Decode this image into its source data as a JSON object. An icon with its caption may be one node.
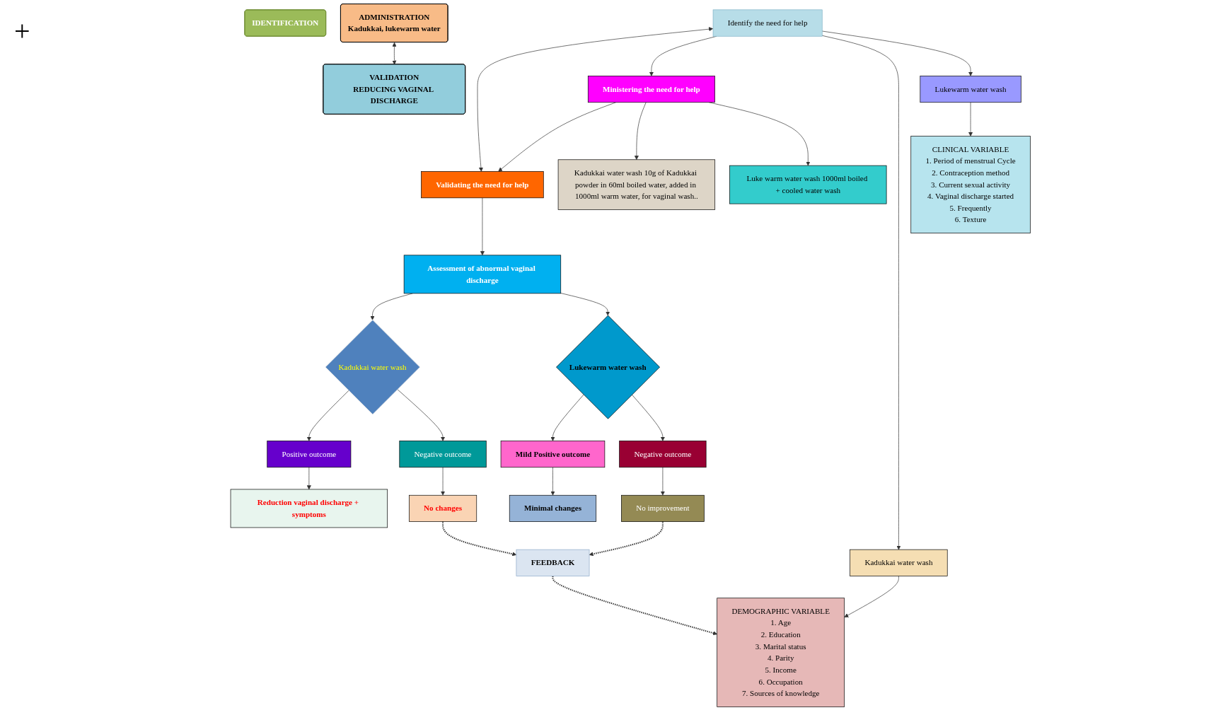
{
  "diagram": {
    "nodes": [
      {
        "text": [
          "IDENTIFICATION"
        ]
      },
      {
        "text": [
          "ADMINISTRATION",
          "Kadukkai, lukewarm water"
        ]
      },
      {
        "text": [
          "VALIDATION",
          "REDUCING VAGINAL DISCHARGE"
        ]
      },
      {
        "text": [
          "Identify the need for help"
        ]
      },
      {
        "text": [
          "Ministering the need for help"
        ]
      },
      {
        "text": [
          "Validating the need for help"
        ]
      },
      {
        "text": [
          "Kadukkai water wash"
        ]
      },
      {
        "text": [
          "Lukewarm water wash"
        ]
      },
      {
        "text": [
          "DEMOGRAPHIC VARIABLE",
          "1. Age",
          "2. Education",
          "3. Marital status",
          "4. Parity",
          "5. Income",
          "6. Occupation",
          "7. Sources of knowledge"
        ]
      },
      {
        "text": [
          "CLINICAL VARIABLE",
          "1. Period of menstrual Cycle",
          "2. Contraception method",
          "3. Current sexual activity",
          "4. Vaginal discharge started",
          "5. Frequently",
          "6. Texture"
        ]
      },
      {
        "text": [
          "Kadukkai water wash 10g of Kadukkai powder in 60ml boiled water, added in 1000ml warm water, for vaginal wash.."
        ]
      },
      {
        "text": [
          "Luke warm water wash 1000ml boiled + cooled water wash"
        ]
      },
      {
        "text": [
          "Assessment of abnormal vaginal discharge"
        ]
      },
      {
        "text": [
          "Kadukkai water wash"
        ]
      },
      {
        "text": [
          "Lukewarm water wash"
        ]
      },
      {
        "text": [
          "Positive outcome"
        ]
      },
      {
        "text": [
          "Negative outcome"
        ]
      },
      {
        "text": [
          "Mild Positive outcome"
        ]
      },
      {
        "text": [
          "Negative outcome"
        ]
      },
      {
        "text": [
          "Reduction vaginal discharge + symptoms"
        ]
      },
      {
        "text": [
          "No changes"
        ]
      },
      {
        "text": [
          "Minimal changes"
        ]
      },
      {
        "text": [
          "No improvement"
        ]
      },
      {
        "text": [
          "FEEDBACK"
        ]
      }
    ],
    "edges": [
      {
        "from": 1,
        "to": 2,
        "arrow": "both"
      },
      {
        "from": 3,
        "to": 5,
        "arrow": "both"
      },
      {
        "from": 3,
        "to": 4,
        "arrow": "to"
      },
      {
        "from": 4,
        "to": 5,
        "arrow": "to"
      },
      {
        "from": 3,
        "to": 6,
        "arrow": "to"
      },
      {
        "from": 3,
        "to": 7,
        "arrow": "to"
      },
      {
        "from": 6,
        "to": 8,
        "arrow": "to"
      },
      {
        "from": 7,
        "to": 9,
        "arrow": "to"
      },
      {
        "from": 4,
        "to": 10,
        "arrow": "to"
      },
      {
        "from": 4,
        "to": 11,
        "arrow": "to"
      },
      {
        "from": 5,
        "to": 12,
        "arrow": "to"
      },
      {
        "from": 12,
        "to": 13,
        "arrow": "to"
      },
      {
        "from": 12,
        "to": 14,
        "arrow": "to"
      },
      {
        "from": 13,
        "to": 15,
        "arrow": "to"
      },
      {
        "from": 13,
        "to": 16,
        "arrow": "to"
      },
      {
        "from": 14,
        "to": 17,
        "arrow": "to"
      },
      {
        "from": 14,
        "to": 18,
        "arrow": "to"
      },
      {
        "from": 15,
        "to": 19,
        "arrow": "to"
      },
      {
        "from": 16,
        "to": 20,
        "arrow": "to"
      },
      {
        "from": 17,
        "to": 21,
        "arrow": "to"
      },
      {
        "from": 18,
        "to": 22,
        "arrow": "to"
      },
      {
        "from": 20,
        "to": 23,
        "arrow": "to",
        "style": "dashed"
      },
      {
        "from": 22,
        "to": 23,
        "arrow": "to",
        "style": "dashed"
      },
      {
        "from": 23,
        "to": 8,
        "arrow": "to",
        "style": "dashed"
      }
    ],
    "labels": [
      "+"
    ]
  }
}
